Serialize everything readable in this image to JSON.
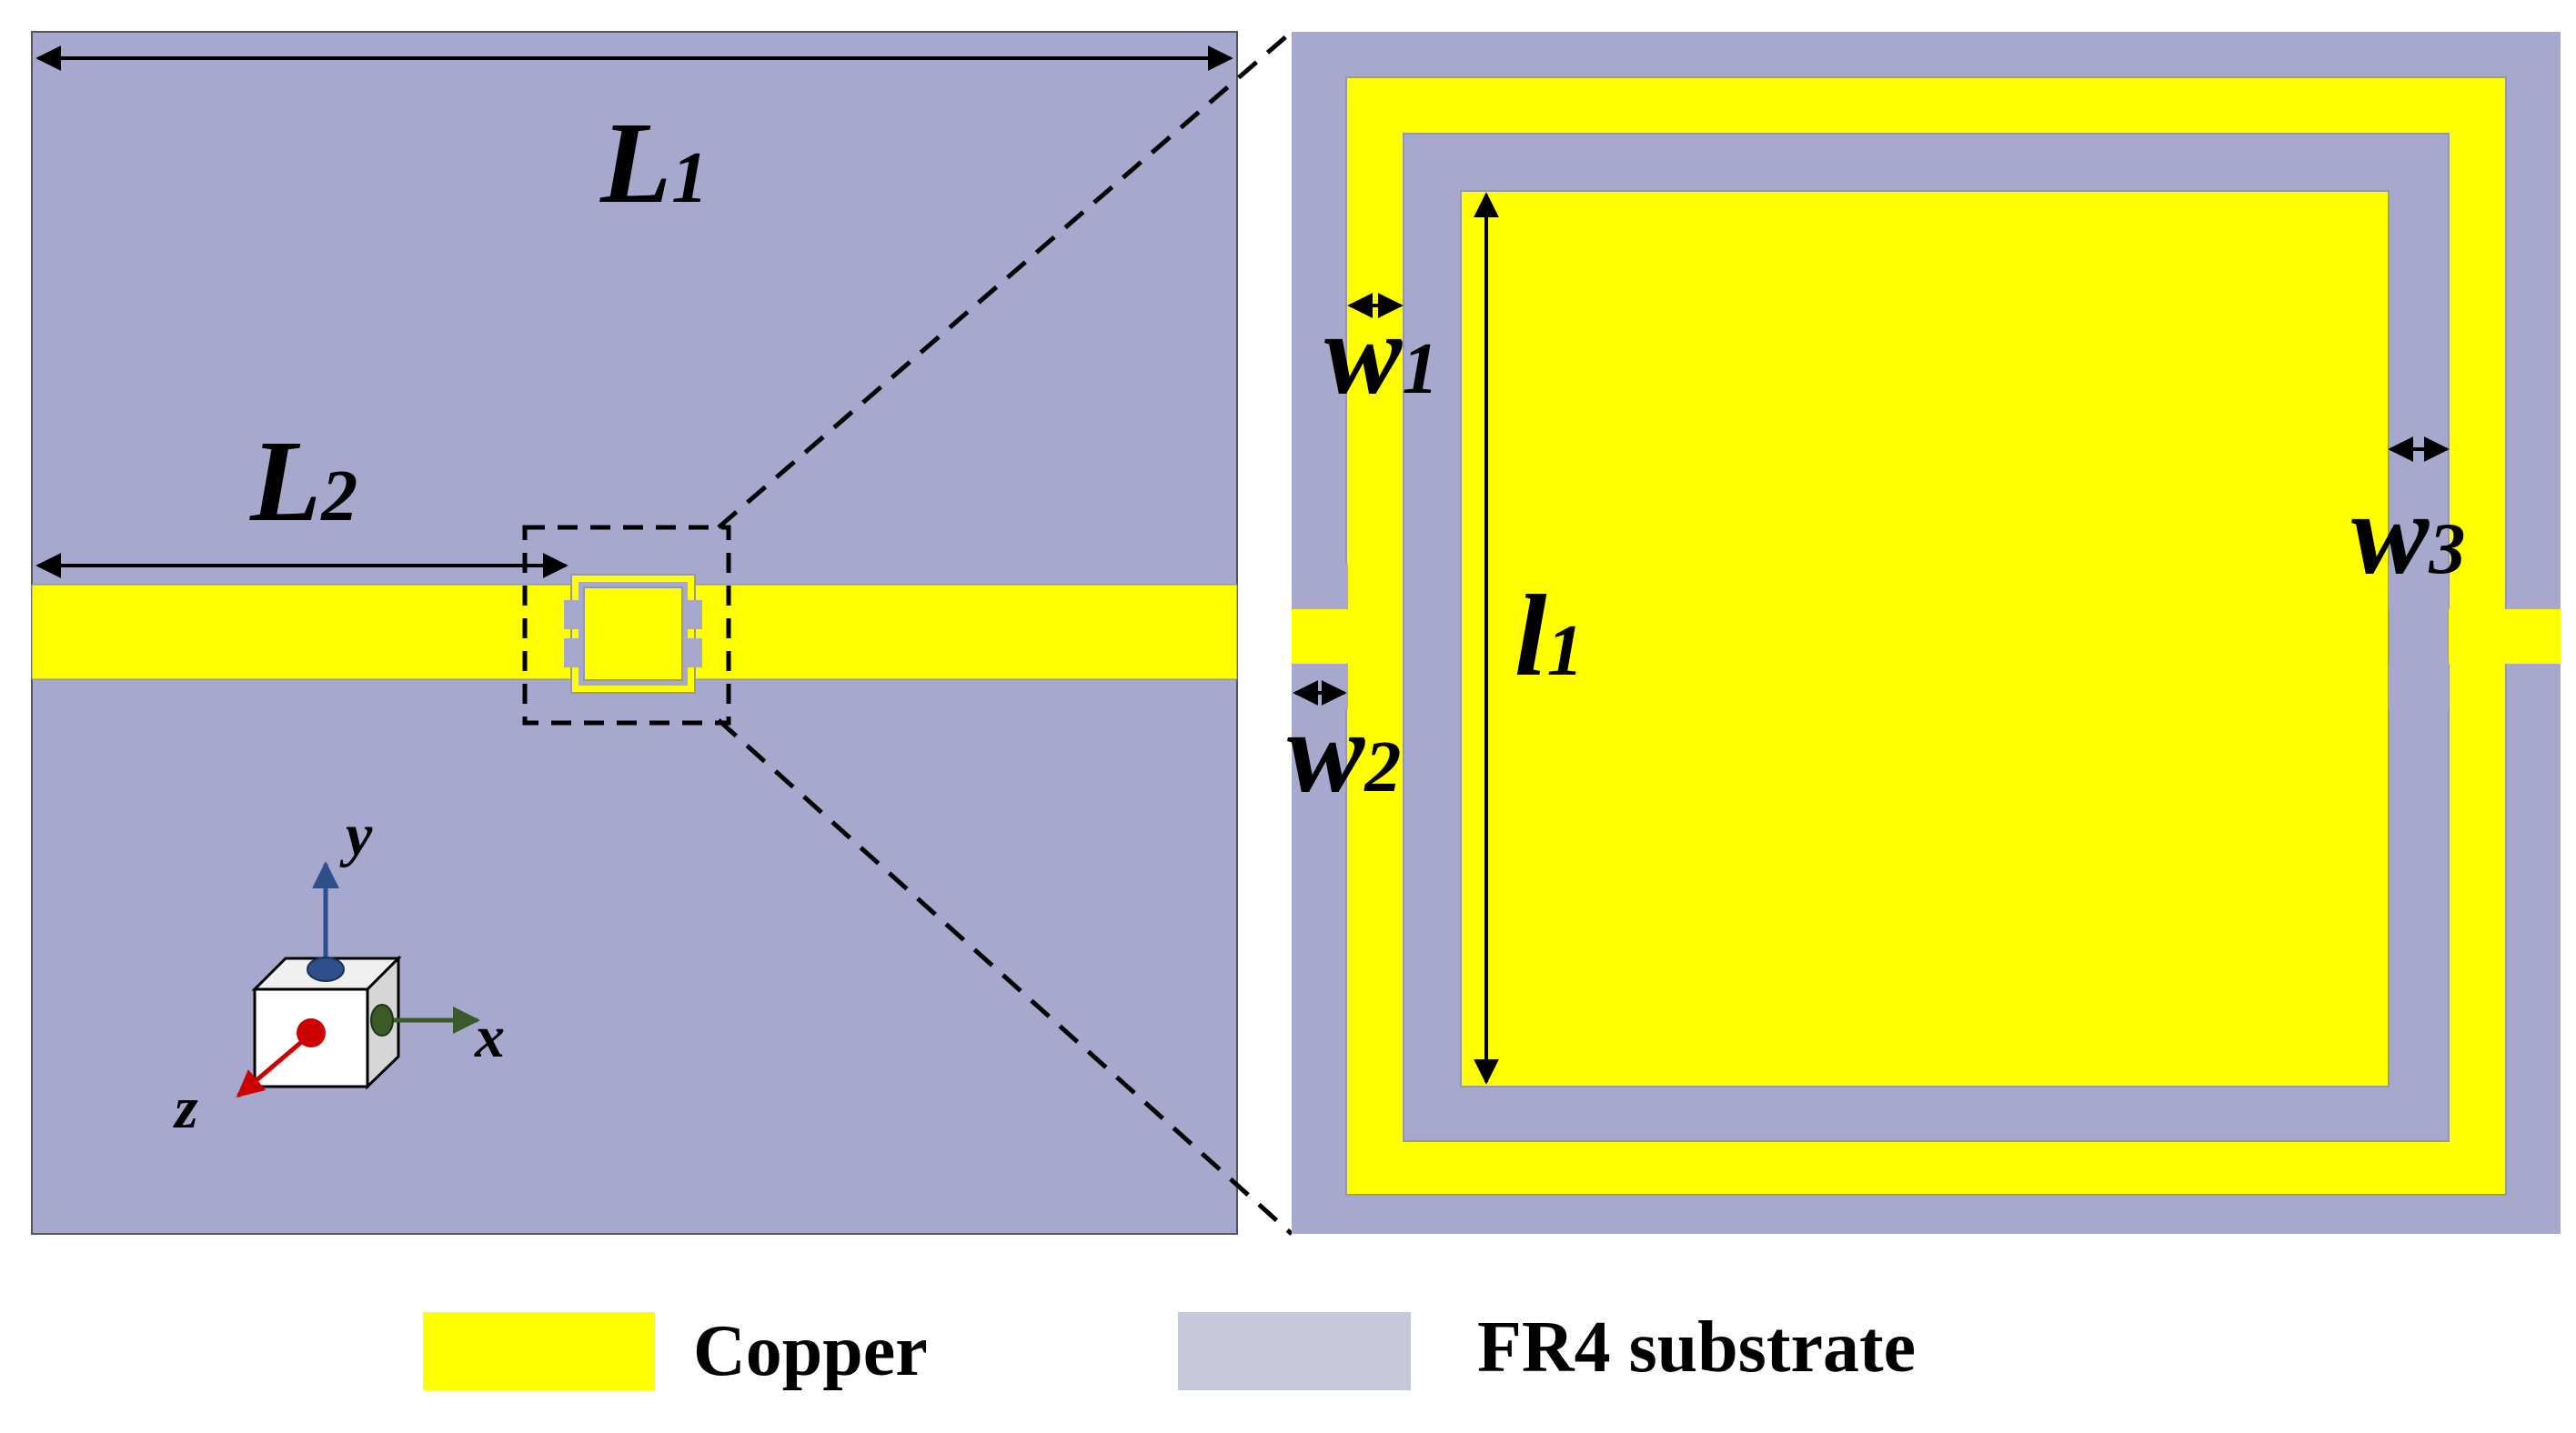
{
  "colors": {
    "copper": "#ffff00",
    "substrate": "#a6a8ce",
    "legend_substrate": "#c8c8dd",
    "axis_y": "#2f4f8a",
    "axis_x": "#3a5a2a",
    "axis_z": "#cc0000",
    "cube_front": "#ffffff",
    "cube_side": "#d6d6d6"
  },
  "labels": {
    "L1": {
      "main": "L",
      "sub": "1"
    },
    "L2": {
      "main": "L",
      "sub": "2"
    },
    "w1": {
      "main": "w",
      "sub": "1"
    },
    "w2": {
      "main": "w",
      "sub": "2"
    },
    "w3": {
      "main": "w",
      "sub": "3"
    },
    "l1": {
      "main": "l",
      "sub": "1"
    }
  },
  "axes": {
    "x": "x",
    "y": "y",
    "z": "z"
  },
  "legend": {
    "copper": "Copper",
    "substrate": "FR4 substrate"
  }
}
